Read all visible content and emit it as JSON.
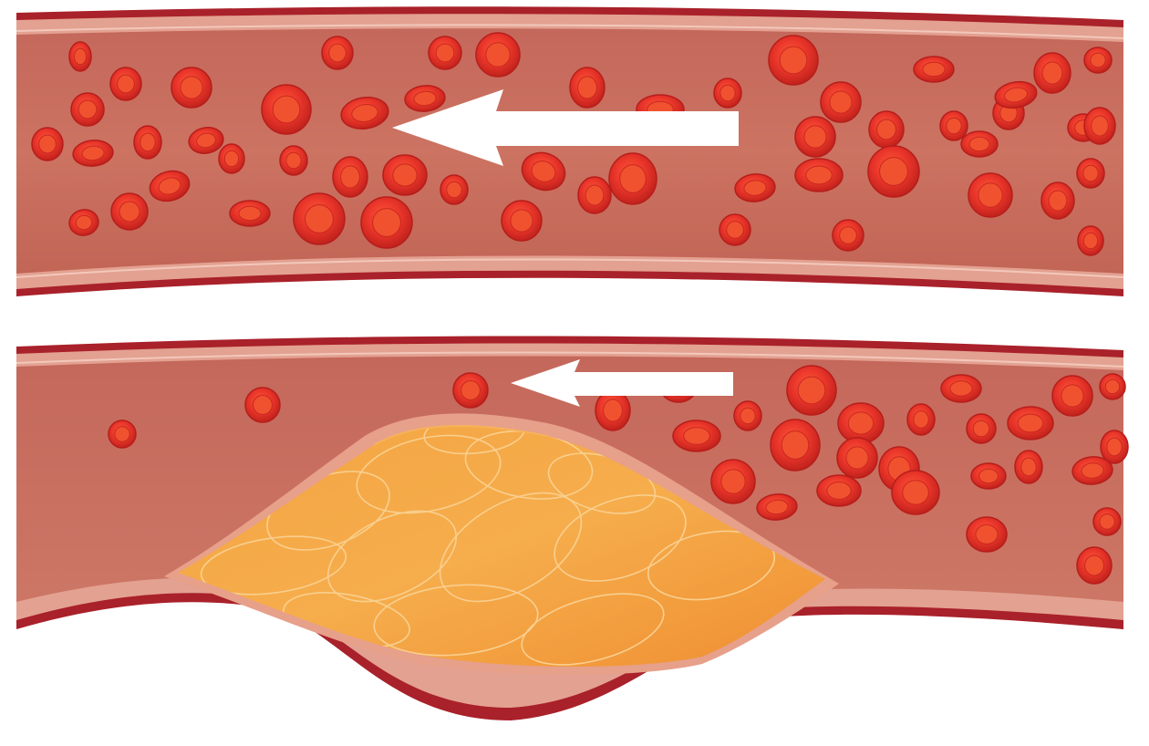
{
  "colors": {
    "background": "#ffffff",
    "vessel_wall": "#a9212a",
    "vessel_lumen": "#c96a5c",
    "vessel_lumen_dark": "#b85a4c",
    "intima_band": "#e3a191",
    "intima_line": "#f2c8bb",
    "cell_fill": "#e9352a",
    "cell_rim": "#b81d1a",
    "cell_center": "#f0522f",
    "plaque_fill": "#f29a3a",
    "plaque_light": "#f6b25a",
    "plaque_line": "#f9cf8e",
    "arrow": "#ffffff"
  },
  "panels": [
    {
      "name": "healthy-artery",
      "flow_direction": "left",
      "plaque": false
    },
    {
      "name": "narrowed-artery-with-plaque",
      "flow_direction": "left",
      "plaque": true
    }
  ]
}
